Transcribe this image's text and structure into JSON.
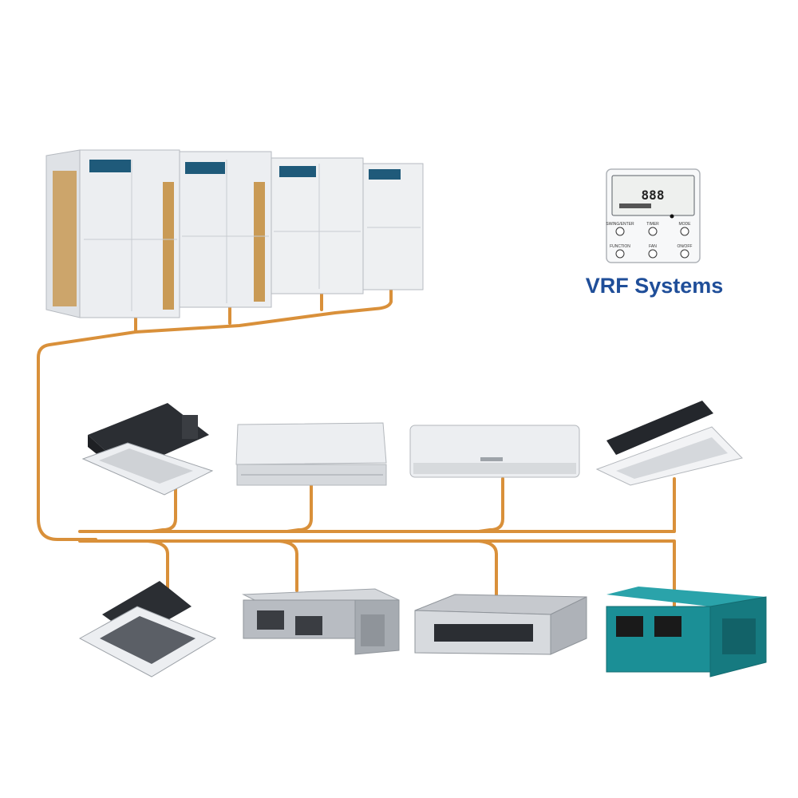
{
  "title": "VRF Systems",
  "colors": {
    "pipe": "#d9903a",
    "title": "#1f4e99",
    "unit_white": "#eceef1",
    "unit_grey": "#b8bcc2",
    "unit_dark": "#2b2e33",
    "unit_teal": "#1b8f96",
    "grille": "#c99a55"
  },
  "controller": {
    "display": "888",
    "buttons": [
      "SWING/ENTER",
      "TIMER",
      "MODE",
      "FUNCTION",
      "FAN",
      "ON/OFF"
    ]
  },
  "outdoor_modules": [
    "outdoor-unit-1",
    "outdoor-unit-2",
    "outdoor-unit-3",
    "outdoor-unit-4"
  ],
  "indoor_units": [
    {
      "name": "four-way-cassette-unit",
      "kind": "cassette"
    },
    {
      "name": "ceiling-floor-unit",
      "kind": "ceiling-floor"
    },
    {
      "name": "wall-mounted-unit",
      "kind": "wall"
    },
    {
      "name": "one-way-cassette-unit",
      "kind": "one-way-cassette"
    },
    {
      "name": "compact-cassette-unit",
      "kind": "cassette"
    },
    {
      "name": "ducted-unit",
      "kind": "duct"
    },
    {
      "name": "slim-duct-unit",
      "kind": "slim-duct"
    },
    {
      "name": "high-static-duct-unit",
      "kind": "duct-teal"
    }
  ]
}
